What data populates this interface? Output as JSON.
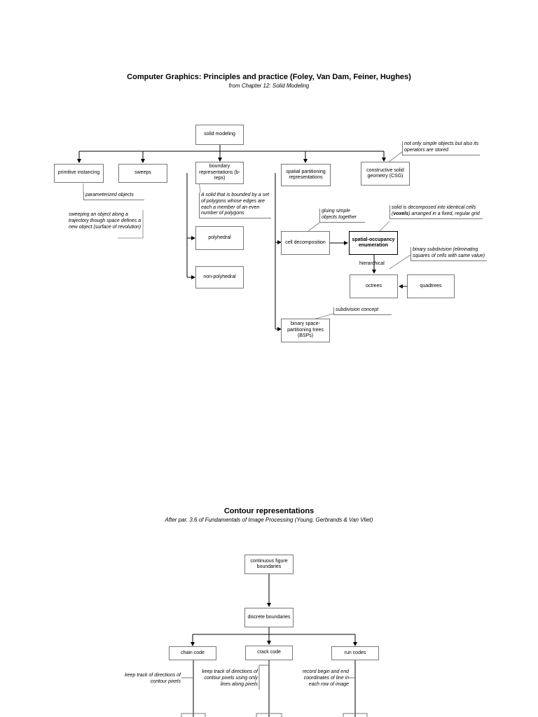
{
  "diagram1": {
    "title": "Computer Graphics: Principles and practice (Foley, Van Dam, Feiner, Hughes)",
    "subtitle": "from Chapter 12: Solid Modeling",
    "nodes": {
      "solid_modeling": "solid modeling",
      "primitive_instancing": "primitive instancing",
      "sweeps": "sweeps",
      "boundary_representations": "boundary representations (b-reps)",
      "spatial_partitioning": "spatial partitioning representations",
      "csg": "constructive solid geometry (CSG)",
      "polyhedral": "polyhedral",
      "non_polyhedral": "non-polyhedral",
      "cell_decomposition": "cell decomposition",
      "spatial_occupancy": "spatial-occupancy enumeration",
      "octrees": "octrees",
      "quadtrees": "quadtrees",
      "bsp": "binary space-partitioning trees (BSPs)"
    },
    "labels": {
      "hierarchical": "hierarchical"
    },
    "notes": {
      "csg_note": "not only simple objects but also its  operators are stored",
      "parameterized": "parameterized objects",
      "sweeping": "sweeping an object along a trajectory though space defines a new object (surface of revolution)",
      "breps_note": "A solid that is bounded by a set of polygons whose edges are each a member of an even number of polygons",
      "gluing": "gluing simple objects together",
      "voxels_pre": "solid is decomposed into identical cells (",
      "voxels_word": "voxels",
      "voxels_post": ") arranged in a fixed, regular grid",
      "binary_subdivision": "binary subdivision (eliminating squares of cells with same value)",
      "subdivision_concept": "subdivision concept"
    }
  },
  "diagram2": {
    "title": "Contour representations",
    "subtitle": "After par. 3.6 of Fundamentals of Image Processing (Young, Gerbrands & Van Vliet)",
    "nodes": {
      "continuous": "continuous figure boundaries",
      "discrete": "discrete boundaries",
      "chain_code": "chain code",
      "crack_code": "crack code",
      "run_codes": "run codes"
    },
    "notes": {
      "chain_note": "keep track of directions of contour pixels",
      "crack_note": "keep track of directions of contour pixels using only lines along pixels",
      "run_note": "record begin and end coordinates of line in each row of image"
    }
  }
}
